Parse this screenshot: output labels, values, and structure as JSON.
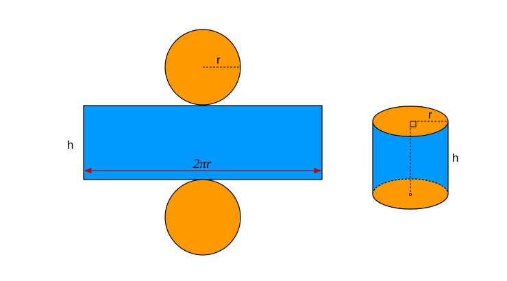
{
  "net": {
    "radius_label": "r",
    "height_label": "h",
    "circumference_label": "2πr"
  },
  "cylinder": {
    "radius_label": "r",
    "height_label": "h"
  },
  "colors": {
    "face": "#ff9900",
    "side": "#0099ff",
    "outline": "#000000",
    "arrow": "#cc0000"
  }
}
